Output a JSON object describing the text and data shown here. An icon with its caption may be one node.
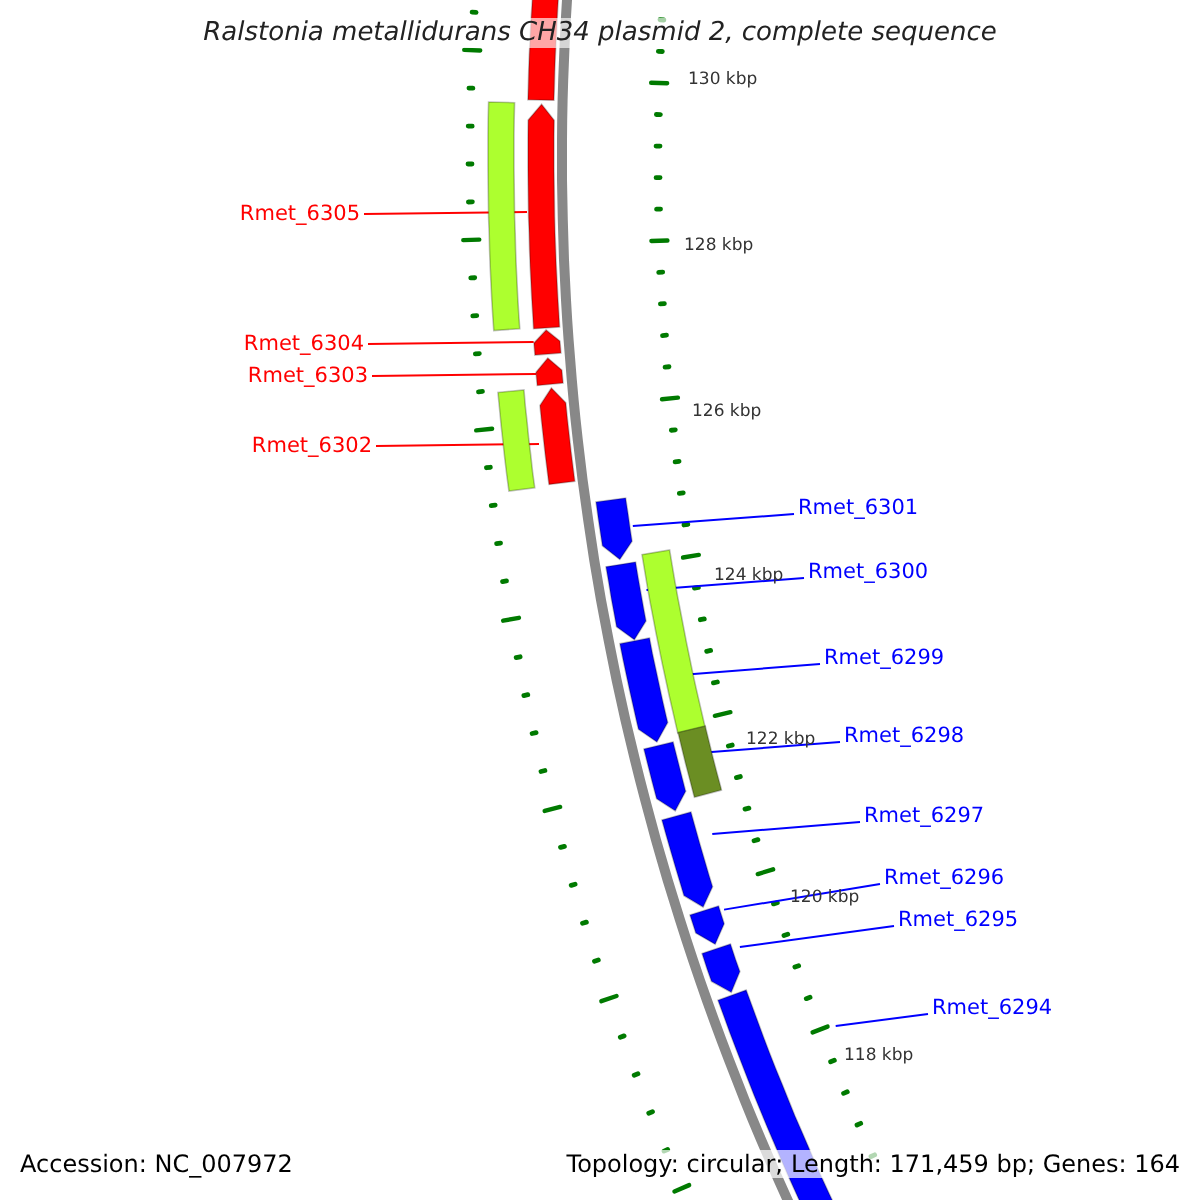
{
  "diagram": {
    "title": "Ralstonia metallidurans CH34 plasmid 2, complete sequence",
    "nodes": [
      {
        "text": [],
        "shape": "bar"
      },
      {
        "text": [
          "Rmet_6305"
        ]
      },
      {
        "text": [],
        "shape": "bar"
      },
      {
        "text": [],
        "shape": "arrow"
      },
      {
        "text": [
          "Rmet_6304"
        ]
      },
      {
        "text": [],
        "shape": "arrow"
      },
      {
        "text": [
          "Rmet_6303"
        ]
      },
      {
        "text": [],
        "shape": "arrow"
      },
      {
        "text": [
          "Rmet_6302"
        ]
      },
      {
        "text": [],
        "shape": "bar"
      },
      {
        "text": [],
        "shape": "arrow"
      },
      {
        "text": [
          "Rmet_6301"
        ]
      },
      {
        "text": [],
        "shape": "arrow"
      },
      {
        "text": [
          "Rmet_6300"
        ]
      },
      {
        "text": [],
        "shape": "bar"
      },
      {
        "text": [],
        "shape": "bar"
      },
      {
        "text": [],
        "shape": "arrow"
      },
      {
        "text": [
          "Rmet_6299"
        ]
      },
      {
        "text": [],
        "shape": "arrow"
      },
      {
        "text": [
          "Rmet_6298"
        ]
      },
      {
        "text": [],
        "shape": "arrow"
      },
      {
        "text": [
          "Rmet_6297"
        ]
      },
      {
        "text": [],
        "shape": "arrow"
      },
      {
        "text": [
          "Rmet_6296"
        ]
      },
      {
        "text": [],
        "shape": "arrow"
      },
      {
        "text": [
          "Rmet_6295"
        ]
      },
      {
        "text": [],
        "shape": "arrow"
      },
      {
        "text": [
          "Rmet_6294"
        ]
      },
      {
        "text": [],
        "shape": "bar"
      }
    ],
    "edges": [
      {
        "from": 1,
        "to": 3,
        "arrow": "none",
        "color": "#ff0000"
      },
      {
        "from": 4,
        "to": 5,
        "arrow": "none",
        "color": "#ff0000"
      },
      {
        "from": 6,
        "to": 7,
        "arrow": "none",
        "color": "#ff0000"
      },
      {
        "from": 8,
        "to": 10,
        "arrow": "none",
        "color": "#ff0000"
      },
      {
        "from": 11,
        "to": 12,
        "arrow": "none"
      },
      {
        "from": 13,
        "to": 16,
        "arrow": "none"
      },
      {
        "from": 17,
        "to": 18,
        "arrow": "none"
      },
      {
        "from": 19,
        "to": 20,
        "arrow": "none"
      },
      {
        "from": 21,
        "to": 22,
        "arrow": "none"
      },
      {
        "from": 23,
        "to": 24,
        "arrow": "none"
      },
      {
        "from": 25,
        "to": 26,
        "arrow": "none"
      },
      {
        "from": 27,
        "to": 28,
        "arrow": "none"
      }
    ],
    "labels": [
      "130 kbp",
      "128 kbp",
      "126 kbp",
      "124 kbp",
      "122 kbp",
      "120 kbp",
      "118 kbp",
      "Accession: NC_007972",
      "Topology: circular; Length: 171,459 bp; Genes: 164"
    ]
  }
}
